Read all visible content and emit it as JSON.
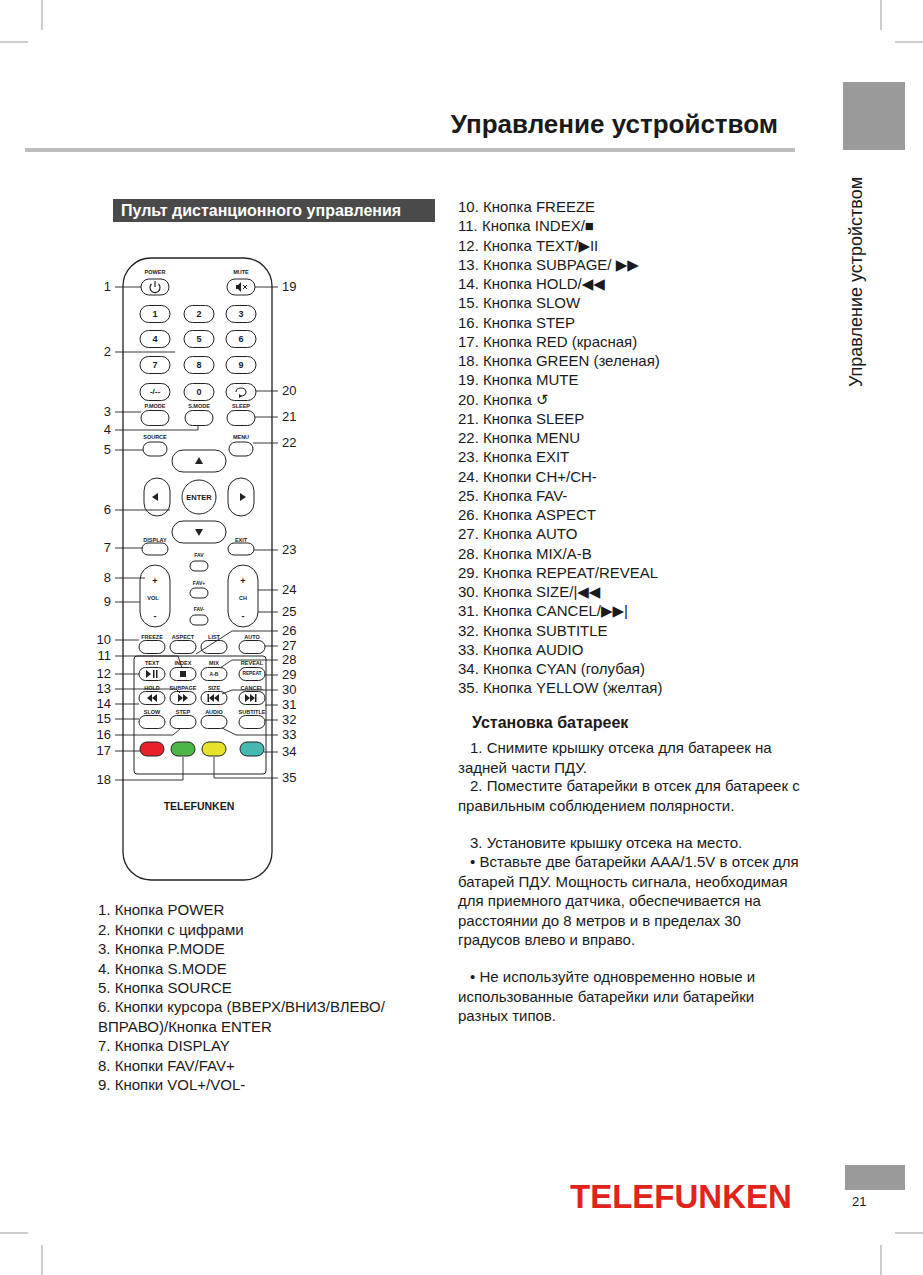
{
  "diagram": {
    "title": "Управление устройством",
    "nodes": [
      {
        "text": [
          "Пульт дистанционного управления"
        ]
      }
    ],
    "labels": [
      "Управление устройством",
      "POWER",
      "MUTE",
      "1",
      "2",
      "3",
      "4",
      "5",
      "6",
      "7",
      "8",
      "9",
      "-/--",
      "0",
      "P.MODE",
      "S.MODE",
      "SLEEP",
      "SOURCE",
      "MENU",
      "ENTER",
      "DISPLAY",
      "EXIT",
      "FAV",
      "+",
      "VOL",
      "-",
      "FAV+",
      "FAV-",
      "+",
      "CH",
      "-",
      "FREEZE",
      "ASPECT",
      "LIST",
      "AUTO",
      "TEXT",
      "INDEX",
      "MIX",
      "REVEAL",
      "A-B",
      "REPEAT",
      "HOLD",
      "SUBPAGE",
      "SIZE",
      "CANCEL",
      "SLOW",
      "STEP",
      "AUDIO",
      "SUBTITLE",
      "TELEFUNKEN",
      "1",
      "2",
      "3",
      "4",
      "5",
      "6",
      "7",
      "8",
      "9",
      "10",
      "11",
      "12",
      "13",
      "14",
      "15",
      "16",
      "17",
      "18",
      "19",
      "20",
      "21",
      "22",
      "23",
      "24",
      "25",
      "26",
      "27",
      "28",
      "29",
      "30",
      "31",
      "32",
      "33",
      "34",
      "35",
      "1. Кнопка POWER",
      "2. Кнопки с цифрами",
      "3. Кнопка P.MODE",
      "4. Кнопка S.MODE",
      "5. Кнопка SOURCE",
      "6. Кнопки курсора (ВВЕРХ/ВНИЗ/ВЛЕВО/ ВПРАВО)/Кнопка ENTER",
      "7. Кнопка DISPLAY",
      "8. Кнопки FAV/FAV+",
      "9. Кнопки VOL+/VOL-",
      "10. Кнопка FREEZE",
      "11. Кнопка INDEX/■",
      "12. Кнопка TEXT/▶II",
      "13. Кнопка SUBPAGE/ ▶▶",
      "14. Кнопка HOLD/◀◀",
      "15. Кнопка SLOW",
      "16. Кнопка STEP",
      "17. Кнопка RED (красная)",
      "18. Кнопка GREEN (зеленая)",
      "19. Кнопка MUTE",
      "20. Кнопка ↺",
      "21. Кнопка SLEEP",
      "22. Кнопка MENU",
      "23. Кнопка EXIT",
      "24. Кнопки CH+/CH-",
      "25. Кнопка FAV-",
      "26. Кнопка ASPECT",
      "27. Кнопка AUTO",
      "28. Кнопка MIX/A-B",
      "29. Кнопка REPEAT/REVEAL",
      "30. Кнопка SIZE/|◀◀",
      "31. Кнопка CANCEL/▶▶|",
      "32. Кнопка SUBTITLE",
      "33. Кнопка AUDIO",
      "34. Кнопка CYAN (голубая)",
      "35. Кнопка YELLOW (желтая)",
      "Установка батареек",
      "1. Снимите крышку отсека для батареек на задней части ПДУ.",
      "2. Поместите батарейки в отсек для батареек с правильным соблюдением полярности.",
      "3. Установите крышку отсека на место.",
      "• Вставьте две батарейки AAA/1.5V в отсек для батарей ПДУ. Мощность сигнала, необходимая для приемного датчика, обеспечивается на расстоянии до 8 метров и в пределах 30 градусов влево и вправо.",
      "• Не используйте одновременно новые и использованные батарейки или батарейки разных типов.",
      "TELEFUNKEN",
      "21"
    ]
  }
}
